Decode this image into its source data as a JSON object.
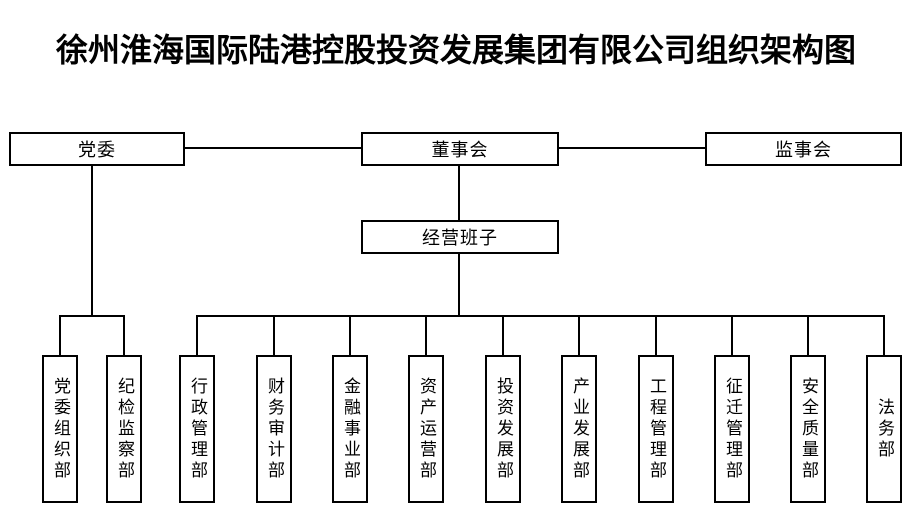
{
  "title": "徐州淮海国际陆港控股投资发展集团有限公司组织架构图",
  "nodes": {
    "party_committee": {
      "label": "党委"
    },
    "board_of_directors": {
      "label": "董事会"
    },
    "supervisory_board": {
      "label": "监事会"
    },
    "management_team": {
      "label": "经营班子",
      "reports_to": "board_of_directors"
    }
  },
  "departments": [
    {
      "label": "党委组织部",
      "reports_to": "party_committee"
    },
    {
      "label": "纪检监察部",
      "reports_to": "party_committee"
    },
    {
      "label": "行政管理部",
      "reports_to": "management_team"
    },
    {
      "label": "财务审计部",
      "reports_to": "management_team"
    },
    {
      "label": "金融事业部",
      "reports_to": "management_team"
    },
    {
      "label": "资产运营部",
      "reports_to": "management_team"
    },
    {
      "label": "投资发展部",
      "reports_to": "management_team"
    },
    {
      "label": "产业发展部",
      "reports_to": "management_team"
    },
    {
      "label": "工程管理部",
      "reports_to": "management_team"
    },
    {
      "label": "征迁管理部",
      "reports_to": "management_team"
    },
    {
      "label": "安全质量部",
      "reports_to": "management_team"
    },
    {
      "label": "法务部",
      "reports_to": "management_team"
    }
  ],
  "colors": {
    "background": "#ffffff",
    "line": "#000000",
    "box_fill": "#ffffff",
    "text": "#000000"
  }
}
